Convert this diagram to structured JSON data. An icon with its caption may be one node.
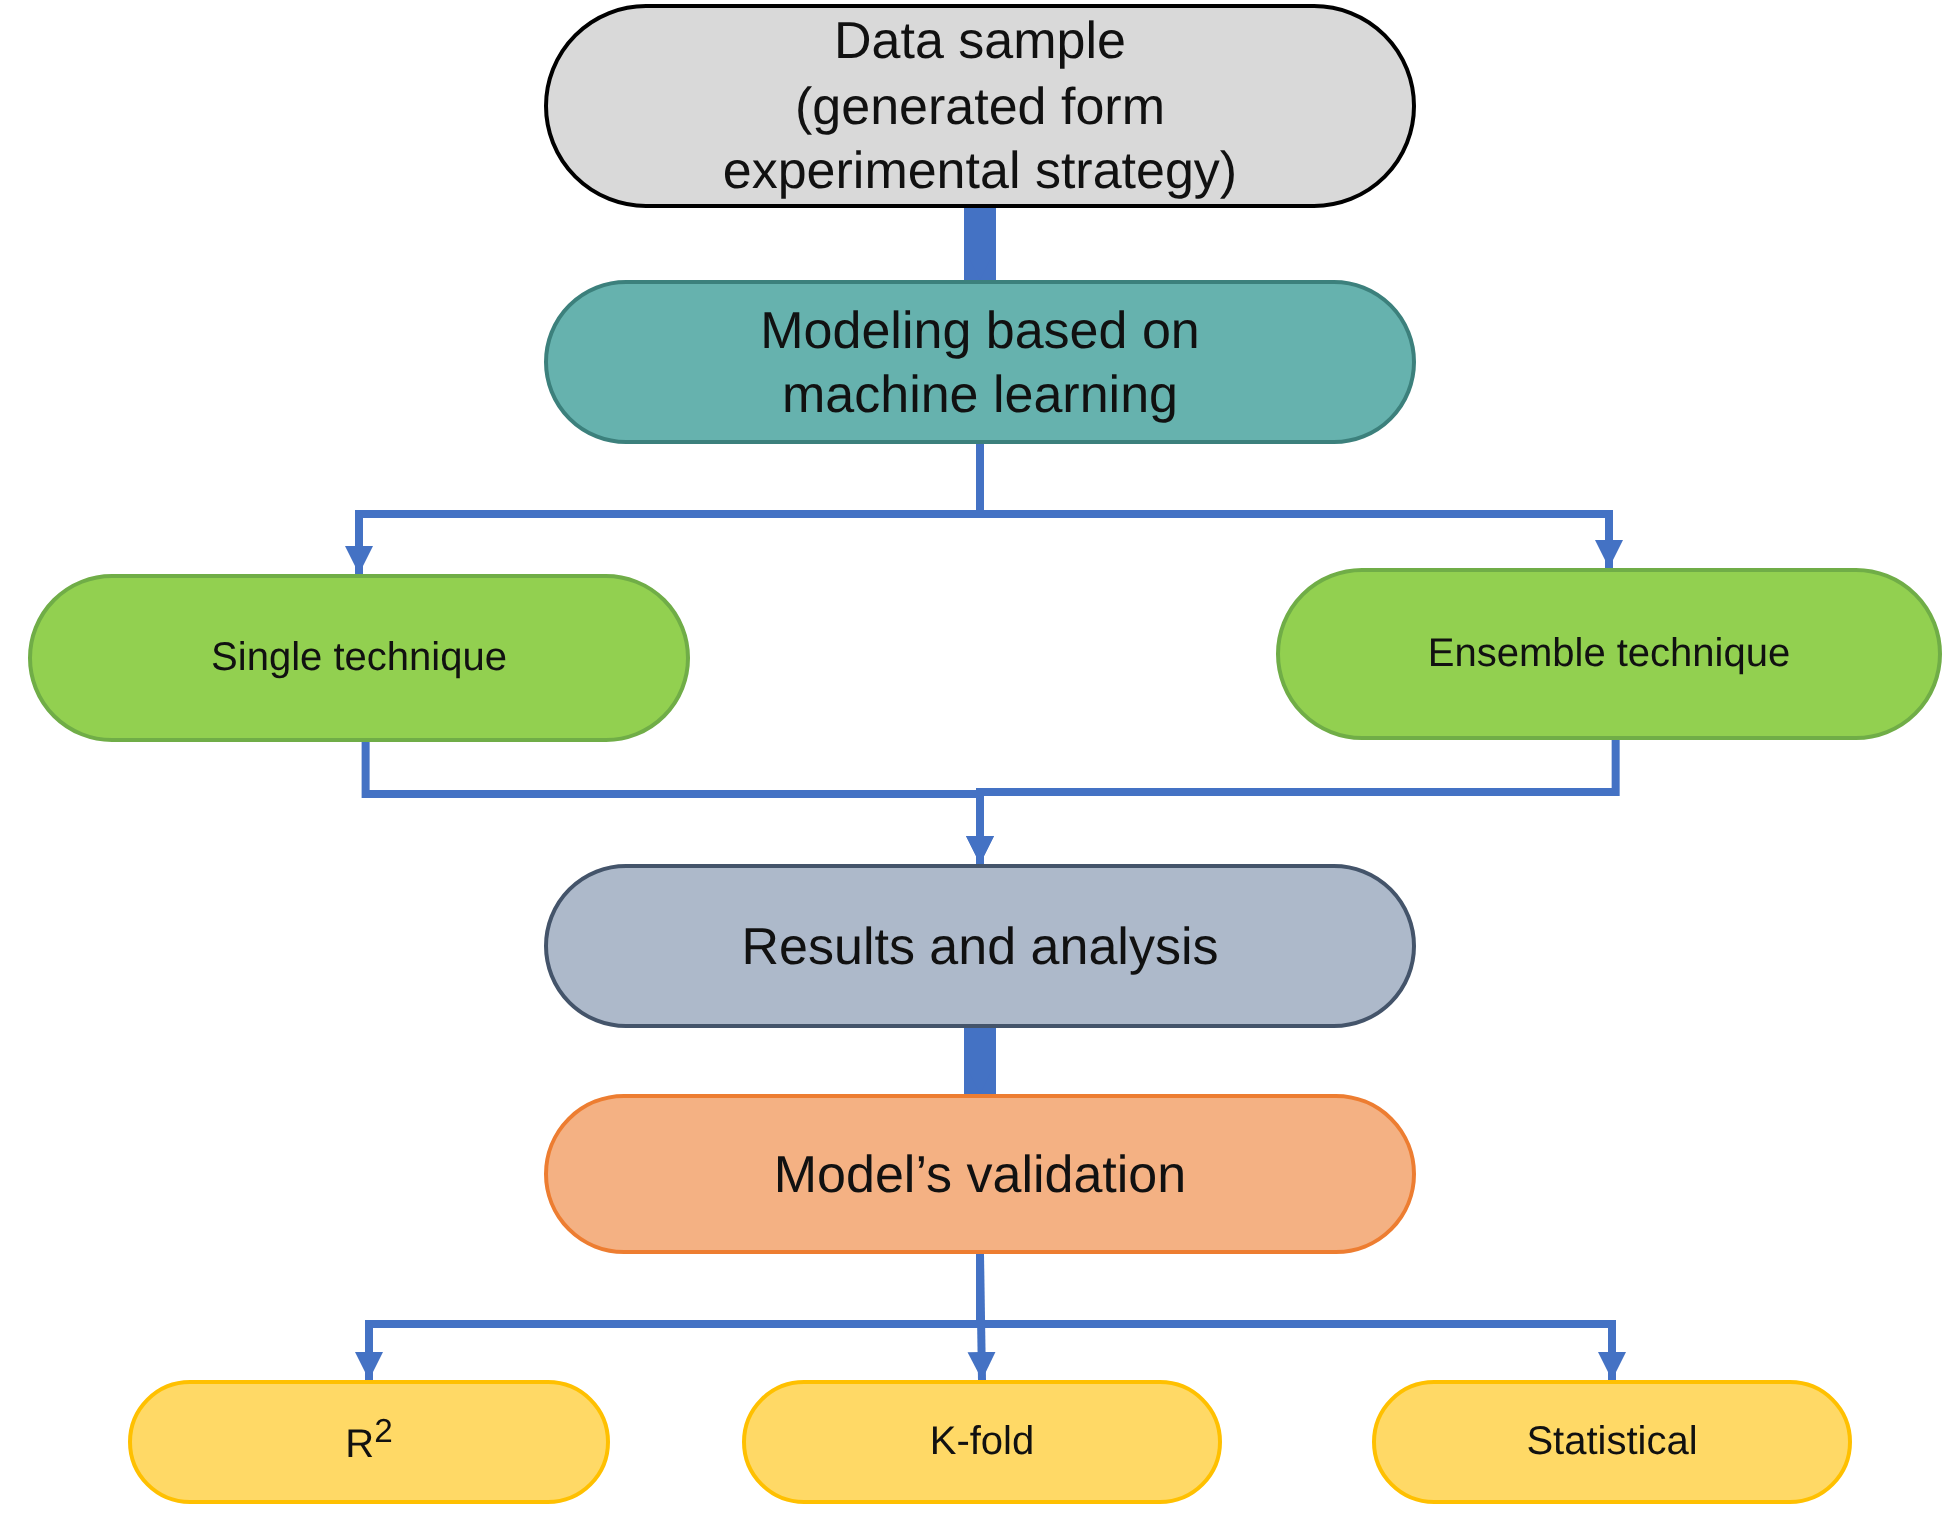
{
  "diagram": {
    "nodes": [
      {
        "text": [
          "Data sample (generated form experimental strategy)"
        ]
      },
      {
        "text": [
          "Modeling based on machine learning"
        ]
      },
      {
        "text": [
          "Single technique"
        ]
      },
      {
        "text": [
          "Ensemble technique"
        ]
      },
      {
        "text": [
          "Results and analysis"
        ]
      },
      {
        "text": [
          "Model’s validation"
        ]
      },
      {
        "text": [
          "R$^{2}$"
        ]
      },
      {
        "text": [
          "K-fold"
        ]
      },
      {
        "text": [
          "Statistical"
        ]
      }
    ],
    "edges": [
      {
        "from": 0,
        "to": 1,
        "arrow": "to",
        "style": "thick"
      },
      {
        "from": 1,
        "to": 2,
        "arrow": "to"
      },
      {
        "from": 1,
        "to": 3,
        "arrow": "to"
      },
      {
        "from": 2,
        "to": 4,
        "arrow": "to"
      },
      {
        "from": 3,
        "to": 4,
        "arrow": "to"
      },
      {
        "from": 4,
        "to": 5,
        "arrow": "to",
        "style": "thick"
      },
      {
        "from": 5,
        "to": 6,
        "arrow": "to"
      },
      {
        "from": 5,
        "to": 7,
        "arrow": "to"
      },
      {
        "from": 5,
        "to": 8,
        "arrow": "to"
      }
    ]
  }
}
